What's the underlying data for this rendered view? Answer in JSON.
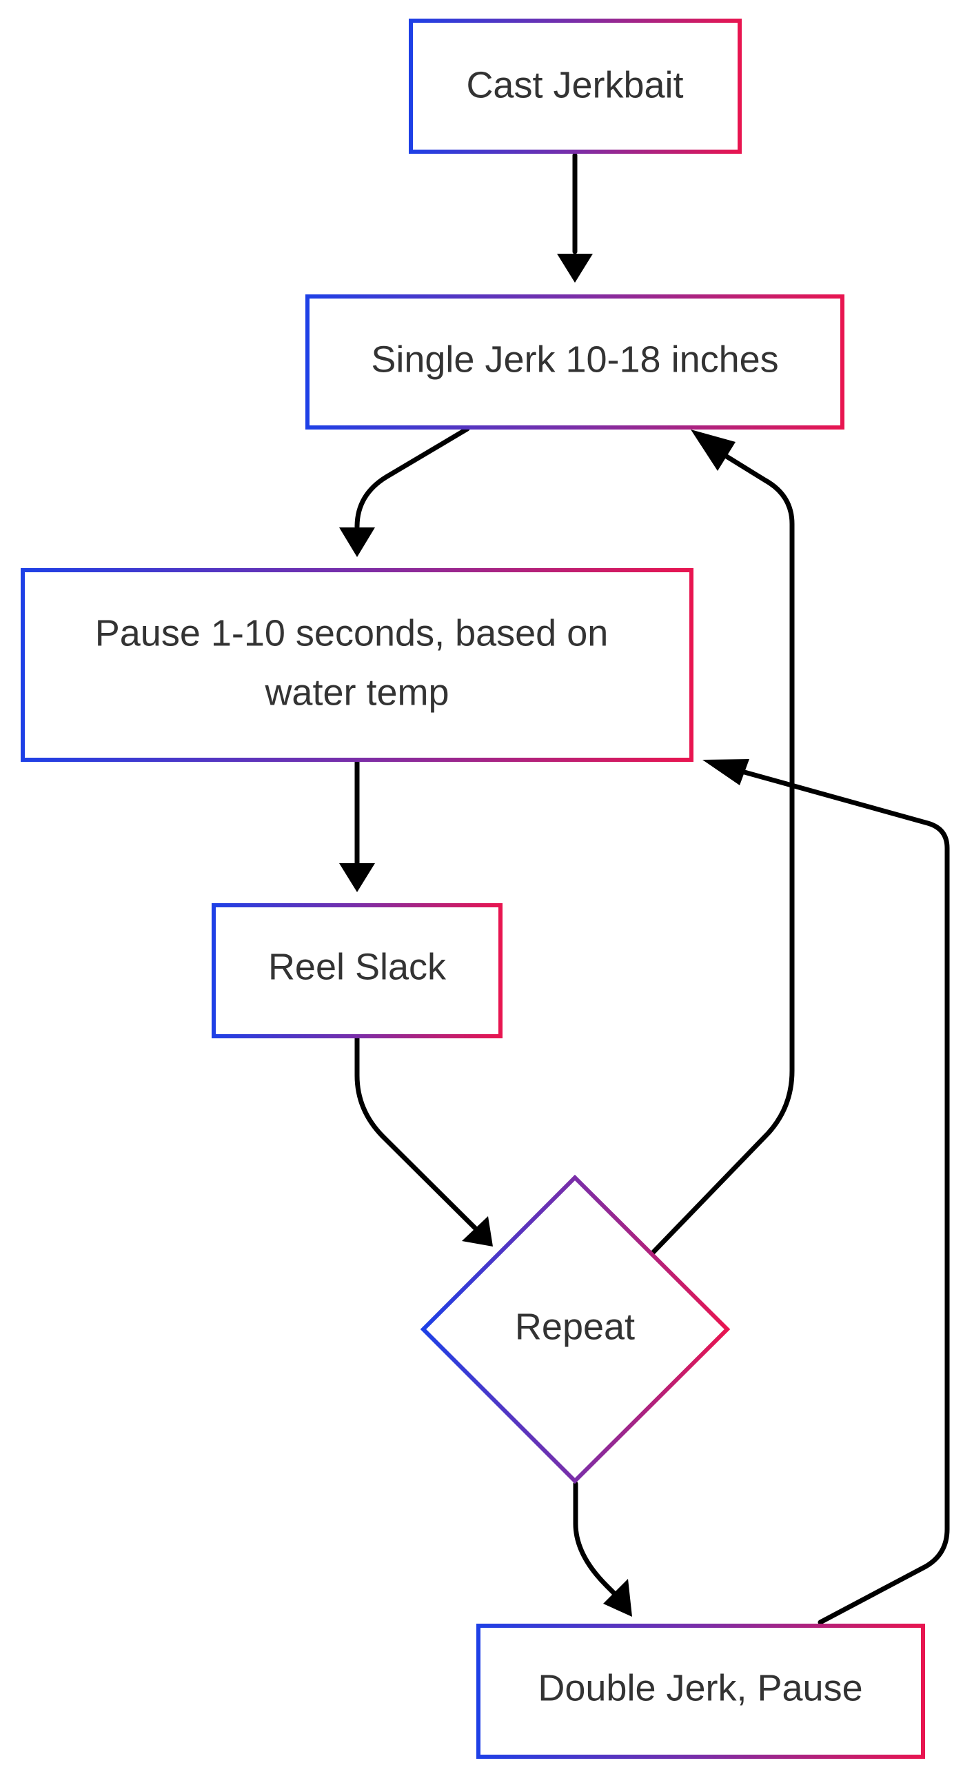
{
  "diagram": {
    "type": "flowchart",
    "node_border_gradient": [
      "#1e40e6",
      "#7a2ea8",
      "#e81550"
    ],
    "edge_color": "#000000",
    "nodes": {
      "cast": {
        "line1": "Cast Jerkbait"
      },
      "single": {
        "line1": "Single Jerk 10-18 inches"
      },
      "pause": {
        "line1": "Pause 1-10 seconds, based on",
        "line2": "water temp"
      },
      "reel": {
        "line1": "Reel Slack"
      },
      "repeat": {
        "line1": "Repeat"
      },
      "double": {
        "line1": "Double Jerk, Pause"
      }
    },
    "edges": [
      {
        "from": "Cast Jerkbait",
        "to": "Single Jerk 10-18 inches"
      },
      {
        "from": "Single Jerk 10-18 inches",
        "to": "Pause 1-10 seconds, based on water temp"
      },
      {
        "from": "Pause 1-10 seconds, based on water temp",
        "to": "Reel Slack"
      },
      {
        "from": "Reel Slack",
        "to": "Repeat"
      },
      {
        "from": "Repeat",
        "to": "Single Jerk 10-18 inches"
      },
      {
        "from": "Repeat",
        "to": "Double Jerk, Pause"
      },
      {
        "from": "Double Jerk, Pause",
        "to": "Pause 1-10 seconds, based on water temp"
      }
    ]
  }
}
